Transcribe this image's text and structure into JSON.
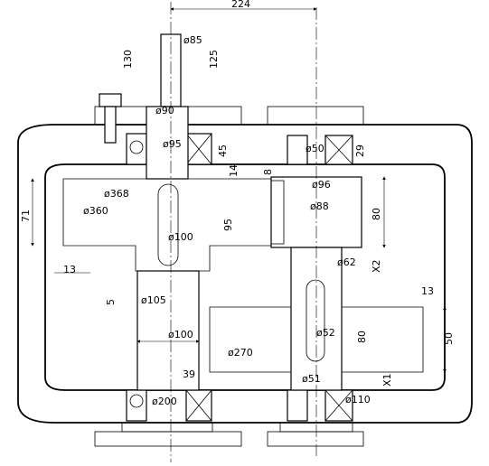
{
  "labels": {
    "d224": "224",
    "d85": "ø85",
    "d130": "130",
    "d125": "125",
    "d90": "ø90",
    "d95a": "ø95",
    "d45": "45",
    "d50": "ø50",
    "d29": "29",
    "d14": "14",
    "d8": "8",
    "d96": "ø96",
    "d368": "ø368",
    "d360": "ø360",
    "d71": "71",
    "d88": "ø88",
    "d80a": "80",
    "d100a": "ø100",
    "d95b": "95",
    "dX2": "X2",
    "d62": "ø62",
    "d13a": "13",
    "d13b": "13",
    "d5": "5",
    "d105": "ø105",
    "d100b": "ø100",
    "d52": "ø52",
    "d80b": "80",
    "d50b": "50",
    "d270": "ø270",
    "d39": "39",
    "d51": "ø51",
    "dX1": "X1",
    "d200": "ø200",
    "d110": "ø110"
  }
}
